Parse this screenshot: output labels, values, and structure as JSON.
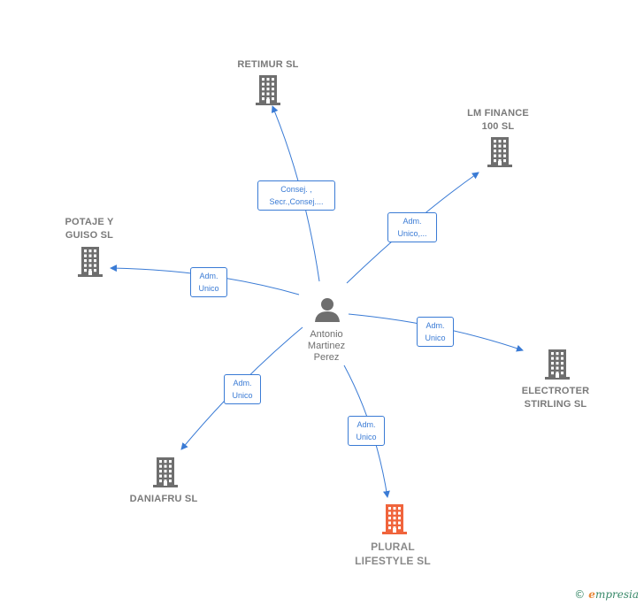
{
  "center": {
    "label": [
      "Antonio",
      "Martinez",
      "Perez"
    ],
    "icon": "person-icon"
  },
  "companies": [
    {
      "id": "retimur",
      "label": [
        "RETIMUR  SL"
      ],
      "icon": "building-icon",
      "color": "#6e6e6e",
      "highlight": false
    },
    {
      "id": "lm-finance",
      "label": [
        "LM FINANCE",
        "100  SL"
      ],
      "icon": "building-icon",
      "color": "#6e6e6e",
      "highlight": false
    },
    {
      "id": "potaje",
      "label": [
        "POTAJE Y",
        "GUISO SL"
      ],
      "icon": "building-icon",
      "color": "#6e6e6e",
      "highlight": false
    },
    {
      "id": "electroter",
      "label": [
        "ELECTROTER",
        "STIRLING SL"
      ],
      "icon": "building-icon",
      "color": "#6e6e6e",
      "highlight": false
    },
    {
      "id": "daniafru",
      "label": [
        "DANIAFRU SL"
      ],
      "icon": "building-icon",
      "color": "#6e6e6e",
      "highlight": false
    },
    {
      "id": "plural",
      "label": [
        "PLURAL",
        "LIFESTYLE SL"
      ],
      "icon": "building-icon",
      "color": "#f0643c",
      "highlight": true
    }
  ],
  "edges": [
    {
      "to": "retimur",
      "label": [
        "Consej. ,",
        "Secr.,Consej...."
      ]
    },
    {
      "to": "lm-finance",
      "label": [
        "Adm.",
        "Unico,..."
      ]
    },
    {
      "to": "potaje",
      "label": [
        "Adm.",
        "Unico"
      ]
    },
    {
      "to": "electroter",
      "label": [
        "Adm.",
        "Unico"
      ]
    },
    {
      "to": "daniafru",
      "label": [
        "Adm.",
        "Unico"
      ]
    },
    {
      "to": "plural",
      "label": [
        "Adm.",
        "Unico"
      ]
    }
  ],
  "colors": {
    "edge": "#3a7bd5",
    "node": "#6e6e6e",
    "accent": "#f0643c"
  },
  "footer": {
    "copyright": "©",
    "brand_initial": "e",
    "brand_rest": "mpresia"
  }
}
